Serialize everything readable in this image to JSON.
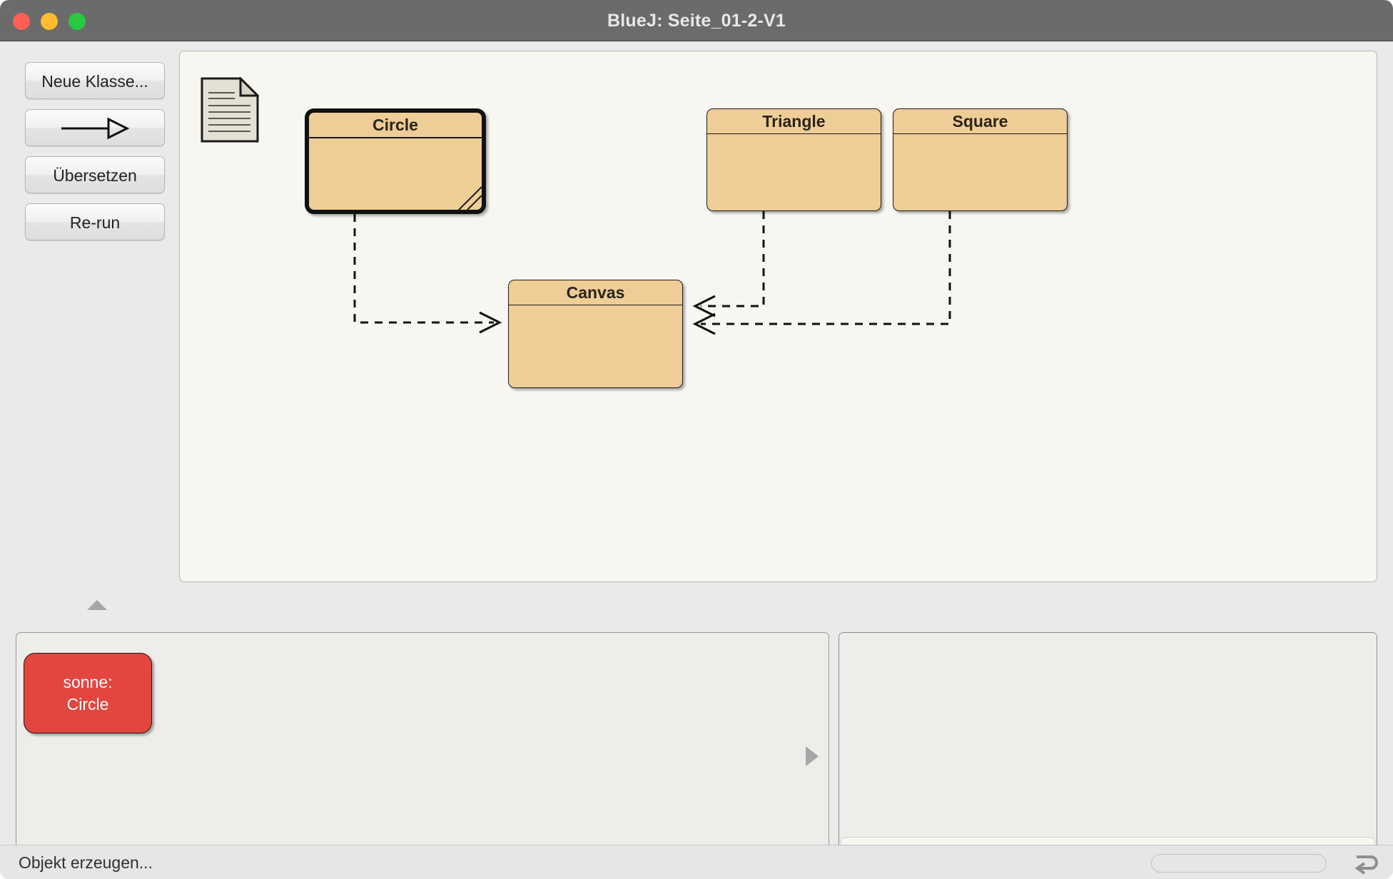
{
  "window": {
    "title": "BlueJ:  Seite_01-2-V1",
    "controls": {
      "close": "close-button",
      "minimize": "minimize-button",
      "maximize": "maximize-button"
    }
  },
  "toolbar": {
    "new_class_label": "Neue Klasse...",
    "arrow_label": "",
    "compile_label": "Übersetzen",
    "rerun_label": "Re-run",
    "collapse_label": ""
  },
  "diagram": {
    "readme_label": "",
    "classes": [
      {
        "name": "Circle",
        "selected": true,
        "compiled": true
      },
      {
        "name": "Triangle",
        "selected": false,
        "compiled": true
      },
      {
        "name": "Square",
        "selected": false,
        "compiled": true
      },
      {
        "name": "Canvas",
        "selected": false,
        "compiled": true
      }
    ],
    "dependencies": [
      {
        "from": "Circle",
        "to": "Canvas",
        "type": "uses"
      },
      {
        "from": "Triangle",
        "to": "Canvas",
        "type": "uses"
      },
      {
        "from": "Square",
        "to": "Canvas",
        "type": "uses"
      }
    ]
  },
  "object_bench": {
    "objects": [
      {
        "instance_name": "sonne:",
        "class_name": "Circle"
      }
    ]
  },
  "terminal": {
    "output": "",
    "input_value": "",
    "input_placeholder": ""
  },
  "status": {
    "message": "Objekt erzeugen...",
    "progress_value": 0
  },
  "colors": {
    "class_fill": "#efcd97",
    "object_fill": "#e2463f",
    "diagram_bg": "#f7f6f1",
    "titlebar": "#6b6b6b",
    "chrome": "#eaeaea"
  }
}
